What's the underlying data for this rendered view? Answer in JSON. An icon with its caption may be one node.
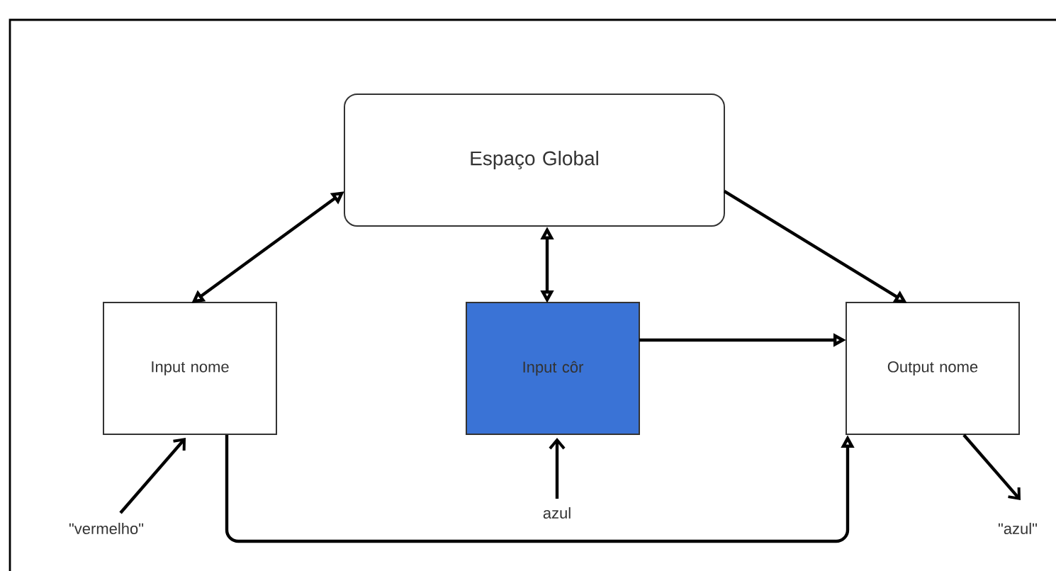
{
  "diagram": {
    "nodes": [
      {
        "text": [
          "Espaço Global"
        ]
      },
      {
        "text": [
          "Input nome"
        ]
      },
      {
        "text": [
          "Input côr"
        ]
      },
      {
        "text": [
          "Output nome"
        ]
      },
      {
        "text": [
          "\"vermelho\""
        ]
      },
      {
        "text": [
          "azul"
        ]
      },
      {
        "text": [
          "\"azul\""
        ]
      }
    ],
    "edges": [
      {
        "from": 1,
        "to": 0,
        "arrow": "both"
      },
      {
        "from": 2,
        "to": 0,
        "arrow": "both"
      },
      {
        "from": 0,
        "to": 3,
        "arrow": "to"
      },
      {
        "from": 2,
        "to": 3,
        "arrow": "to"
      },
      {
        "from": 1,
        "to": 3,
        "arrow": "to"
      },
      {
        "from": 4,
        "to": 1,
        "arrow": "to"
      },
      {
        "from": 5,
        "to": 2,
        "arrow": "to"
      },
      {
        "from": 3,
        "to": 6,
        "arrow": "to"
      }
    ]
  }
}
